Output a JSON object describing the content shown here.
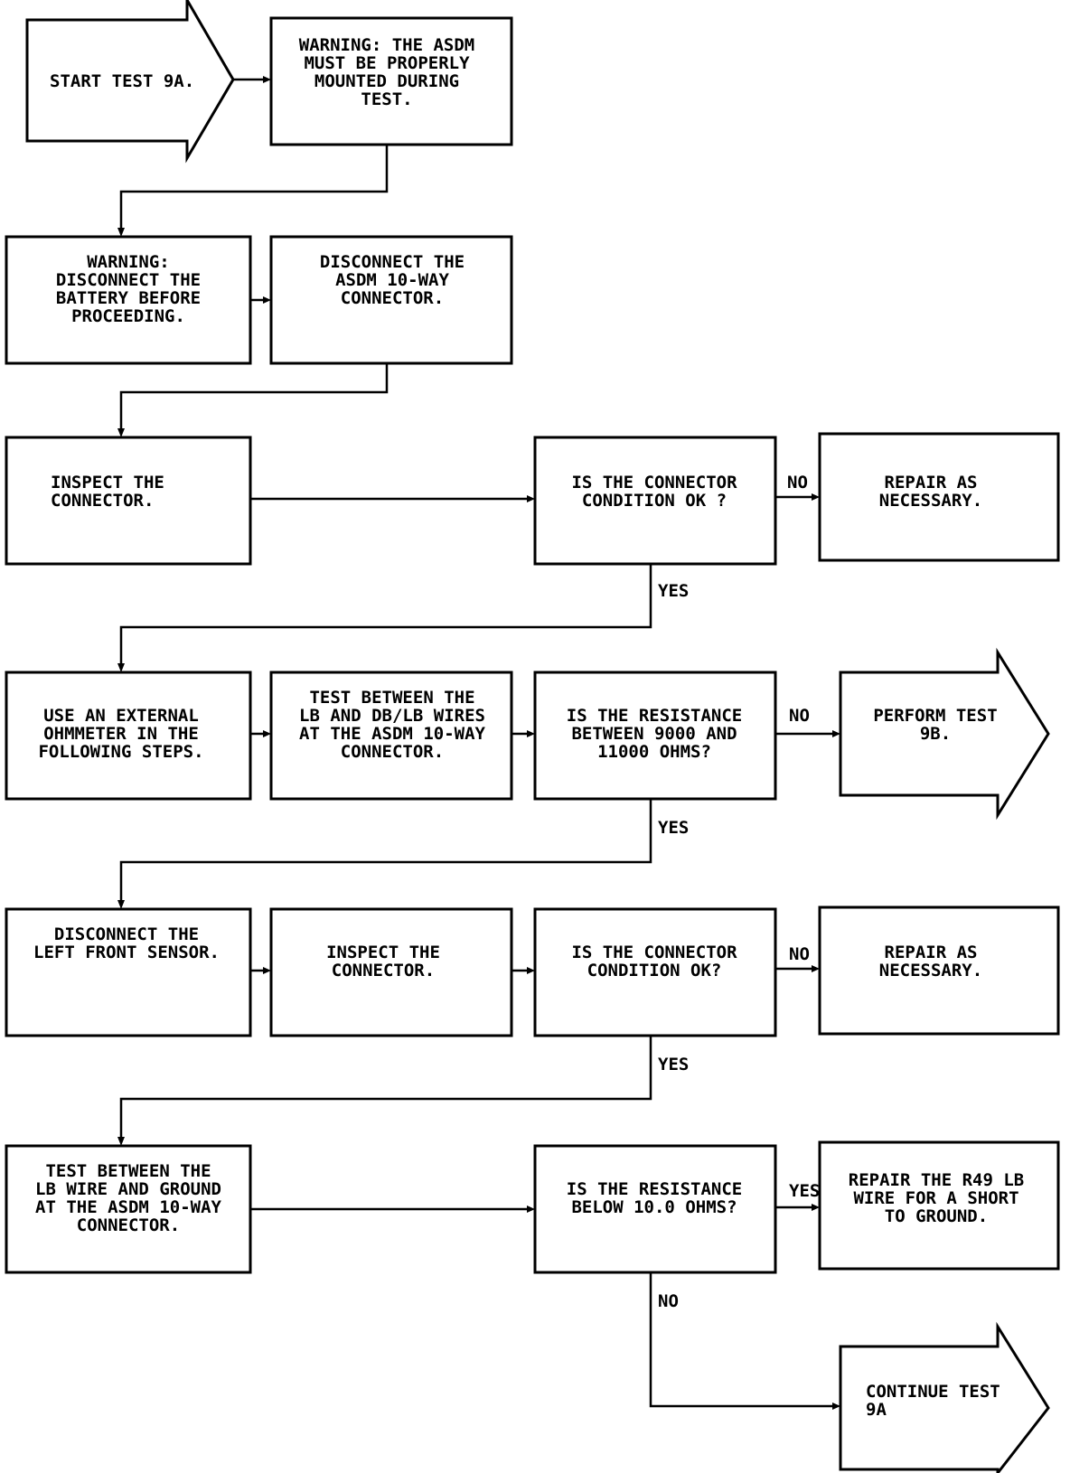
{
  "nodes": {
    "start": {
      "lines": [
        "START TEST 9A."
      ]
    },
    "warn_mount": {
      "lines": [
        "WARNING: THE ASDM",
        "MUST BE PROPERLY",
        "MOUNTED DURING",
        "TEST."
      ]
    },
    "warn_battery": {
      "lines": [
        "WARNING:",
        "DISCONNECT THE",
        "BATTERY BEFORE",
        "PROCEEDING."
      ]
    },
    "disc_10way": {
      "lines": [
        "DISCONNECT THE",
        "ASDM 10-WAY",
        "CONNECTOR."
      ]
    },
    "inspect1": {
      "lines": [
        "INSPECT THE",
        "CONNECTOR."
      ]
    },
    "conn_ok1": {
      "lines": [
        "IS THE CONNECTOR",
        "CONDITION OK ?"
      ]
    },
    "repair1": {
      "lines": [
        "REPAIR AS",
        "NECESSARY."
      ]
    },
    "ohmmeter": {
      "lines": [
        "USE AN EXTERNAL",
        "OHMMETER IN THE",
        "FOLLOWING STEPS."
      ]
    },
    "test_lb_db": {
      "lines": [
        "TEST BETWEEN THE",
        "LB AND DB/LB WIRES",
        "AT THE ASDM 10-WAY",
        "CONNECTOR."
      ]
    },
    "resist_q": {
      "lines": [
        "IS THE RESISTANCE",
        "BETWEEN 9000 AND",
        "11000 OHMS?"
      ]
    },
    "perform9b": {
      "lines": [
        "PERFORM TEST",
        "9B."
      ]
    },
    "disc_sensor": {
      "lines": [
        "DISCONNECT THE",
        "LEFT FRONT SENSOR."
      ]
    },
    "inspect2": {
      "lines": [
        "INSPECT THE",
        "CONNECTOR."
      ]
    },
    "conn_ok2": {
      "lines": [
        "IS THE CONNECTOR",
        "CONDITION OK?"
      ]
    },
    "repair2": {
      "lines": [
        "REPAIR AS",
        "NECESSARY."
      ]
    },
    "test_lb_gnd": {
      "lines": [
        "TEST BETWEEN THE",
        "LB WIRE AND GROUND",
        "AT THE ASDM 10-WAY",
        "CONNECTOR."
      ]
    },
    "below10": {
      "lines": [
        "IS THE RESISTANCE",
        "BELOW 10.0 OHMS?"
      ]
    },
    "repair_short": {
      "lines": [
        "REPAIR THE R49 LB",
        "WIRE FOR A SHORT",
        "TO GROUND."
      ]
    },
    "continue9a": {
      "lines": [
        "CONTINUE TEST",
        "9A"
      ]
    }
  },
  "edge_labels": {
    "conn1_no": "NO",
    "conn1_yes": "YES",
    "resist_no": "NO",
    "resist_yes": "YES",
    "conn2_no": "NO",
    "conn2_yes": "YES",
    "below_yes": "YES",
    "below_no": "NO"
  },
  "colors": {
    "ink": "#000000",
    "paper": "#ffffff"
  }
}
